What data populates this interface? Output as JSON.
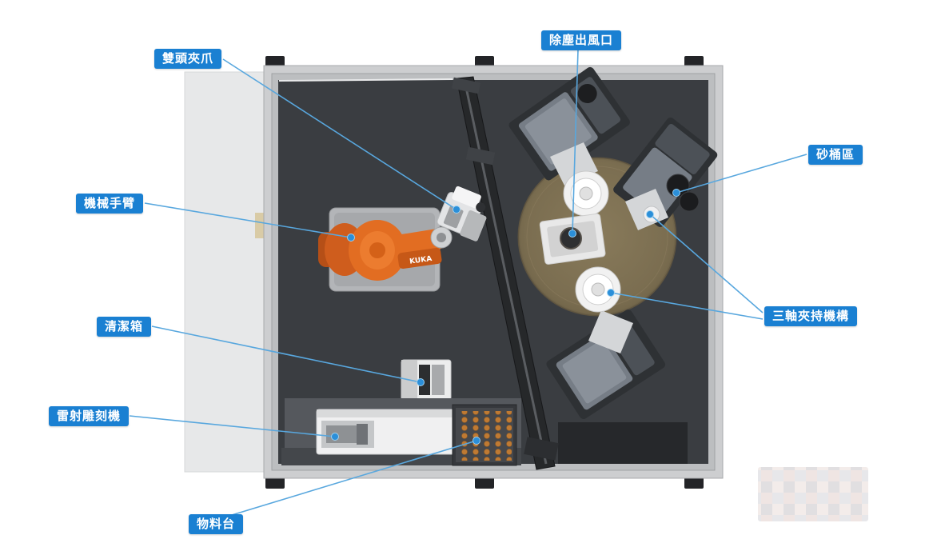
{
  "diagram": {
    "labels": {
      "double_head_gripper": "雙頭夾爪",
      "dust_outlet": "除塵出風口",
      "sand_bucket_area": "砂桶區",
      "robot_arm": "機械手臂",
      "cleaning_box": "清潔箱",
      "laser_engraver": "雷射雕刻機",
      "material_table": "物料台",
      "three_axis_clamp": "三軸夾持機構"
    },
    "robot_brand": "KUKA",
    "colors": {
      "label_bg": "#1a80d2",
      "leader_line": "#58a7de",
      "marker_dot": "#2b8fd9",
      "disc": "#7f7153",
      "robot_orange": "#e26d22",
      "interior": "#3a3d41",
      "frame": "#cdced0"
    }
  }
}
